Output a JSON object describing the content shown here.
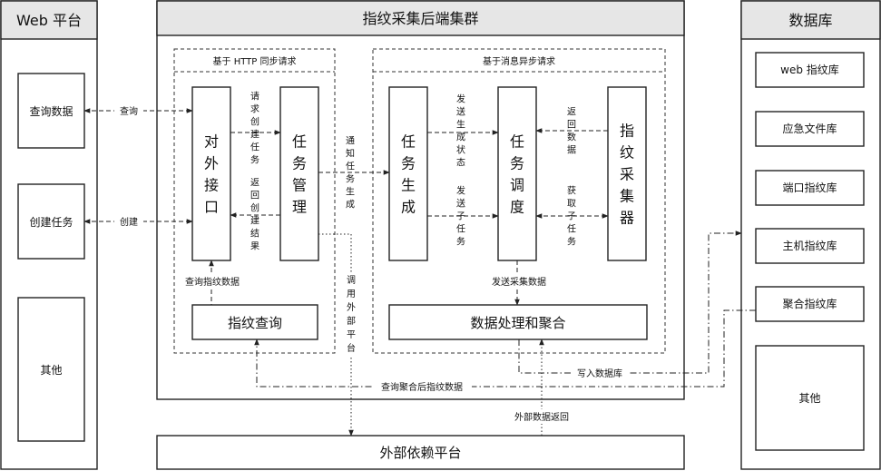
{
  "panels": {
    "web": {
      "title": "Web 平台",
      "items": [
        "查询数据",
        "创建任务",
        "其他"
      ]
    },
    "cluster": {
      "title": "指纹采集后端集群"
    },
    "db": {
      "title": "数据库",
      "items": [
        "web 指纹库",
        "应急文件库",
        "端口指纹库",
        "主机指纹库",
        "聚合指纹库",
        "其他"
      ]
    }
  },
  "groups": {
    "sync": "基于 HTTP 同步请求",
    "async": "基于消息异步请求"
  },
  "nodes": {
    "api": "对外接口",
    "task_mgmt": "任务管理",
    "fp_query": "指纹查询",
    "task_gen": "任务生成",
    "task_sched": "任务调度",
    "collector": "指纹采集器",
    "processing": "数据处理和聚合",
    "external": "外部依赖平台"
  },
  "labels": {
    "query": "查询",
    "create": "创建",
    "request_create": "请求创建任务",
    "return_result": "返回创建结果",
    "notify_gen": "通知任务生成",
    "call_external": "调用外部平台",
    "query_fp_data": "查询指纹数据",
    "send_gen_status": "发送生成状态",
    "send_subtask": "发送子任务",
    "return_data": "返回数据",
    "get_subtask": "获取子任务",
    "send_collect": "发送采集数据",
    "write_db": "写入数据库",
    "query_agg": "查询聚合后指纹数据",
    "external_return": "外部数据返回"
  }
}
